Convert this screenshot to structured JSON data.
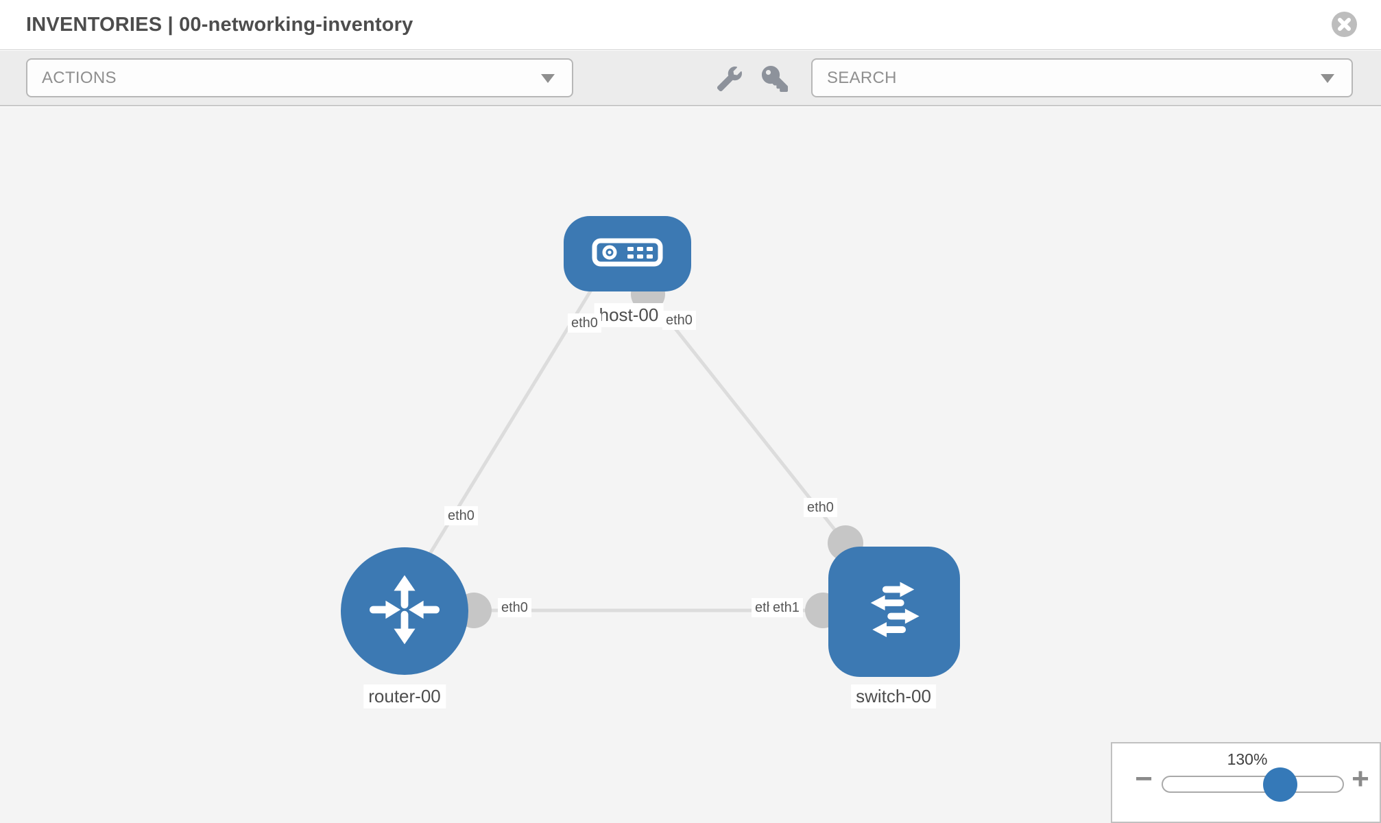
{
  "header": {
    "title": "INVENTORIES | 00-networking-inventory",
    "close_icon": "circle-x-icon"
  },
  "toolbar": {
    "actions_label": "ACTIONS",
    "search_label": "SEARCH",
    "icons": [
      "wrench-icon",
      "key-icon"
    ]
  },
  "topology": {
    "nodes": [
      {
        "label": "host-00",
        "type": "host",
        "icon": "host-device-icon"
      },
      {
        "label": "router-00",
        "type": "router",
        "icon": "router-arrows-icon"
      },
      {
        "label": "switch-00",
        "type": "switch",
        "icon": "switch-arrows-icon"
      }
    ],
    "links": [
      {
        "source": "host-00",
        "target": "router-00",
        "source_label": "eth0",
        "target_label": "eth0"
      },
      {
        "source": "host-00",
        "target": "switch-00",
        "source_label": "eth0",
        "target_label": "eth0"
      },
      {
        "source": "router-00",
        "target": "switch-00",
        "source_label": "eth0",
        "target_label": "eth1",
        "target_label_overlapped": "eth0"
      }
    ]
  },
  "zoom_control": {
    "value": "130%",
    "minus_label": "−",
    "plus_label": "+"
  },
  "colors": {
    "node_blue": "#3c79b3",
    "slider_thumb_blue": "#3579b8",
    "link_gray": "#dcdcdc",
    "connector_gray": "#c6c6c6",
    "toolbar_bg": "#ececec",
    "canvas_bg": "#f4f4f4",
    "label_text": "#4d4d4d"
  }
}
